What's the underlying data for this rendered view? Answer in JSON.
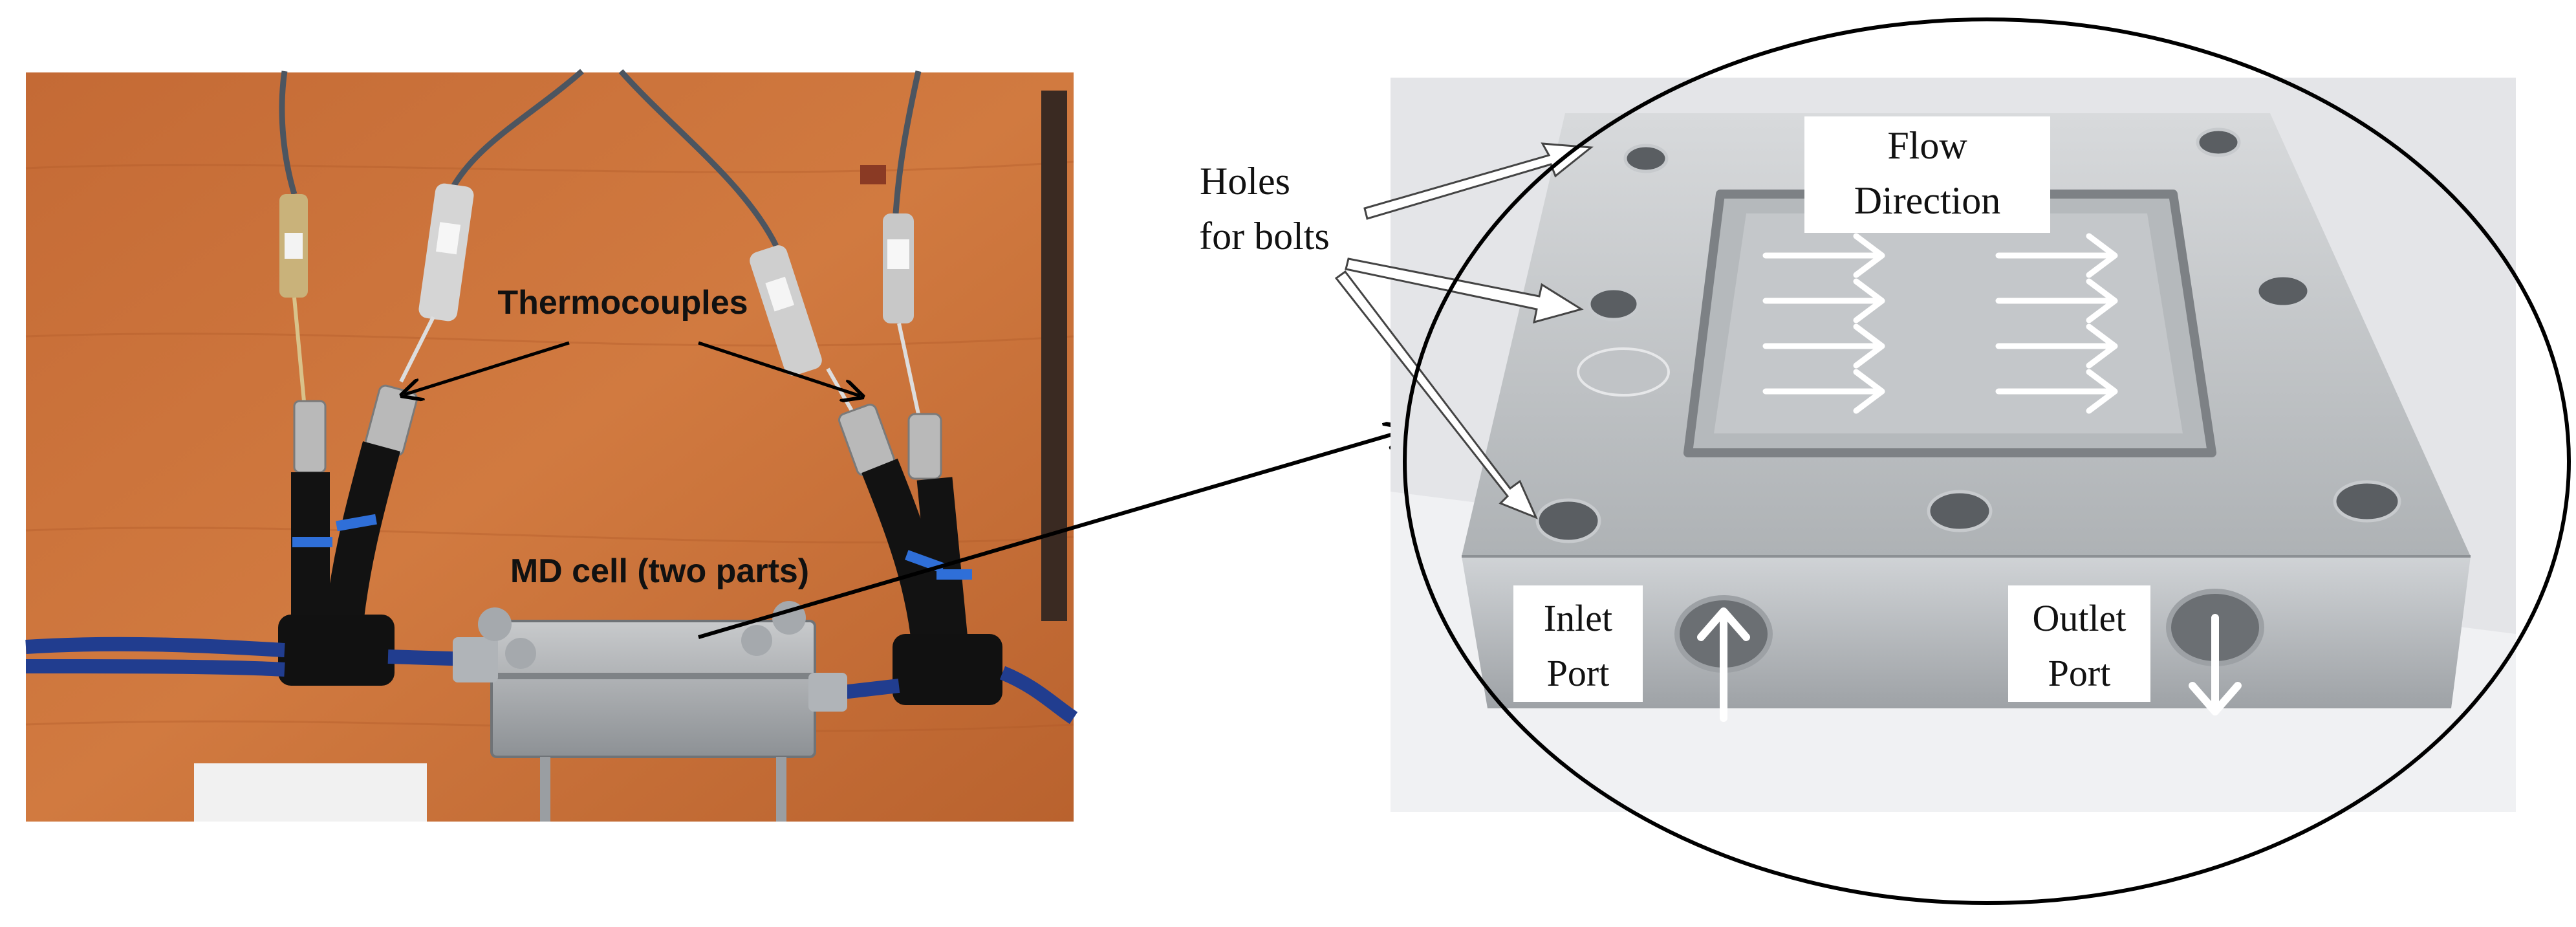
{
  "left_panel": {
    "labels": {
      "thermocouples": "Thermocouples",
      "md_cell": "MD cell (two parts)"
    }
  },
  "right_panel": {
    "labels": {
      "holes_line1": "Holes",
      "holes_line2": "for bolts",
      "flow_line1": "Flow",
      "flow_line2": "Direction",
      "inlet_line1": "Inlet",
      "inlet_line2": "Port",
      "outlet_line1": "Outlet",
      "outlet_line2": "Port"
    }
  },
  "colors": {
    "wood": "#c9703a",
    "aluminium": "#c9ccce",
    "background_card": "#e6e7ea",
    "tube_blue": "#1e3a8a",
    "connector_black": "#111111",
    "arrow_black": "#000000",
    "arrow_white": "#ffffff"
  }
}
